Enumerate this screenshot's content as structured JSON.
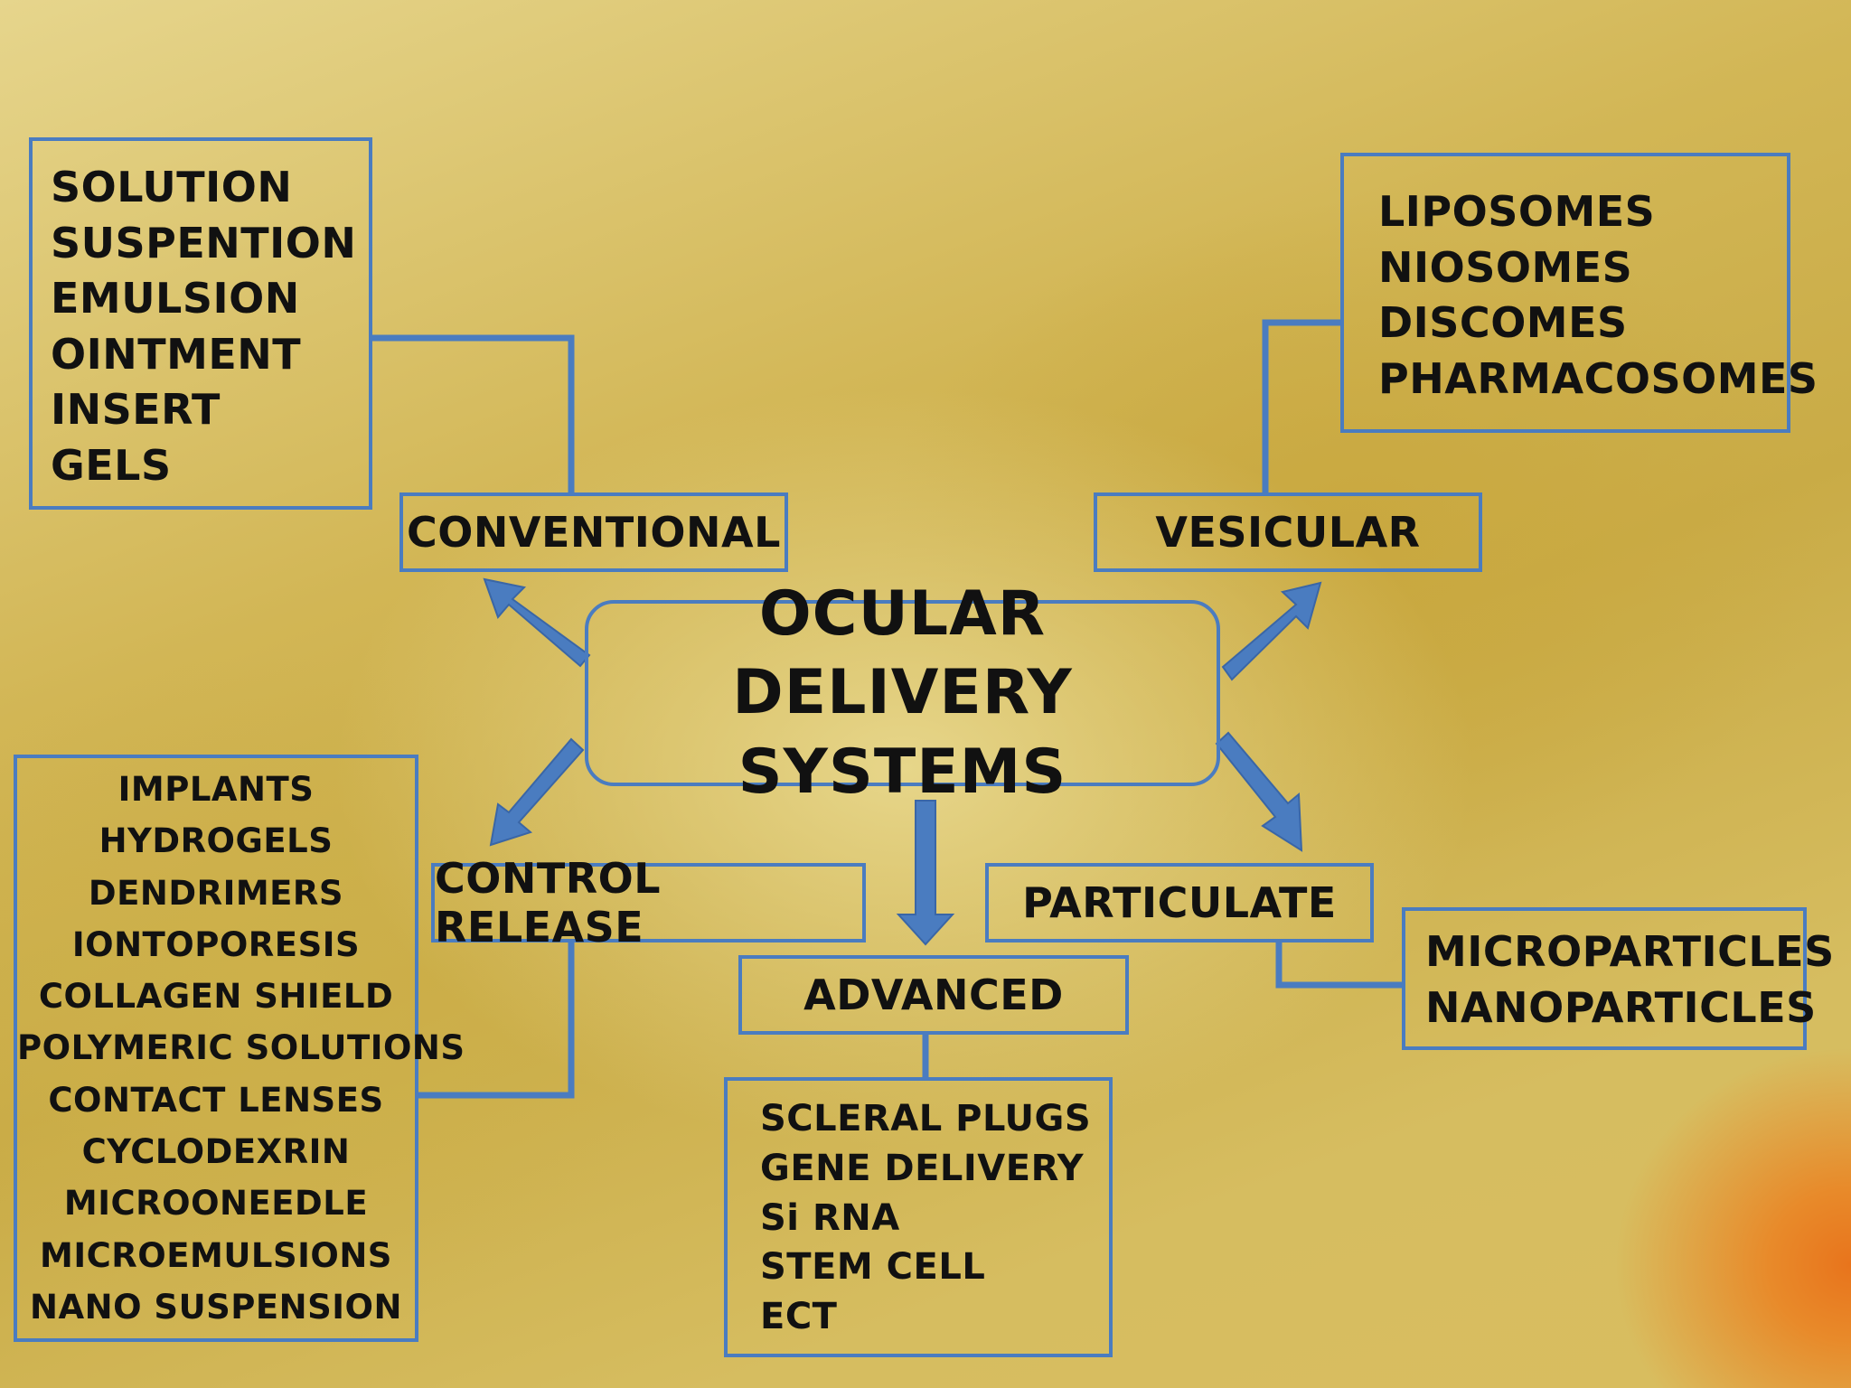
{
  "center": {
    "line1": "OCULAR DELIVERY",
    "line2": "SYSTEMS"
  },
  "categories": {
    "conventional": "CONVENTIONAL",
    "vesicular": "VESICULAR",
    "control_release": "CONTROL RELEASE",
    "particulate": "PARTICULATE",
    "advanced": "ADVANCED"
  },
  "lists": {
    "conventional": [
      "SOLUTION",
      "SUSPENTION",
      "EMULSION",
      "OINTMENT",
      "INSERT",
      "GELS"
    ],
    "vesicular": [
      "LIPOSOMES",
      "NIOSOMES",
      "DISCOMES",
      "PHARMACOSOMES"
    ],
    "control_release": [
      "IMPLANTS",
      "HYDROGELS",
      "DENDRIMERS",
      "IONTOPORESIS",
      "COLLAGEN SHIELD",
      "POLYMERIC SOLUTIONS",
      "CONTACT LENSES",
      "CYCLODEXRIN",
      "MICROONEEDLE",
      "MICROEMULSIONS",
      "NANO SUSPENSION"
    ],
    "advanced": [
      "SCLERAL PLUGS",
      "GENE DELIVERY",
      "Si RNA",
      "STEM CELL",
      "ECT"
    ],
    "particulate": [
      "MICROPARTICLES",
      "NANOPARTICLES"
    ]
  },
  "colors": {
    "border": "#4a7cc0",
    "arrow": "#4a7cc0",
    "text": "#111111"
  }
}
